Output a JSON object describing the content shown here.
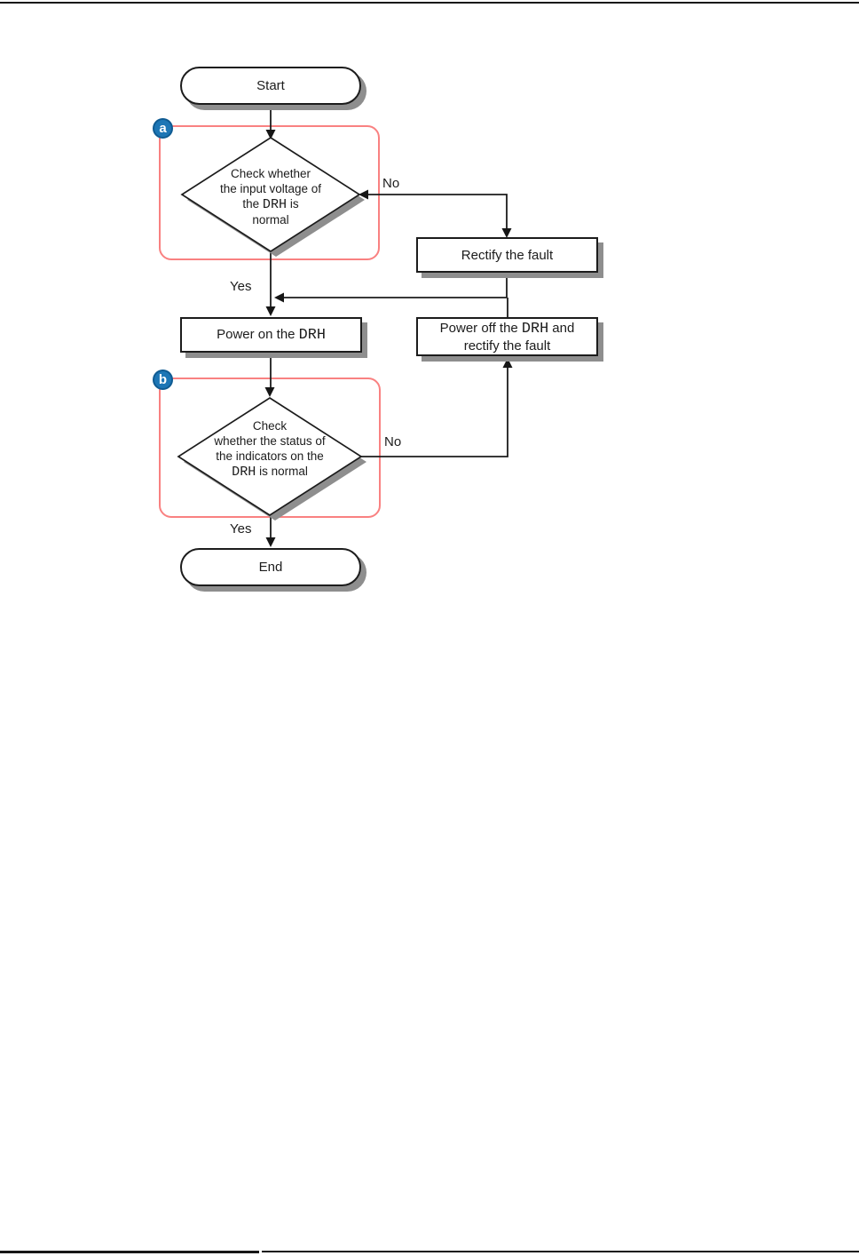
{
  "colors": {
    "ink": "#1c1c1c",
    "shadow_gray": "#8e8e8e",
    "group_outline_red": "#f98181",
    "badge_blue": "#1d76b5",
    "badge_border_blue": "#0f5b92",
    "badge_text": "#ffffff"
  },
  "flowchart": {
    "start_label": "Start",
    "group_a_badge": "a",
    "group_b_badge": "b",
    "decision_a": {
      "line1": "Check whether",
      "line2": "the input voltage of",
      "line3_pre": "the ",
      "line3_mono": "DRH",
      "line3_post": " is",
      "line4": "normal"
    },
    "decision_b": {
      "line1": "Check",
      "line2": "whether the status of",
      "line3": "the indicators on the",
      "line4_mono": "DRH",
      "line4_post": " is normal"
    },
    "labels": {
      "no_a": "No",
      "yes_a": "Yes",
      "no_b": "No",
      "yes_b": "Yes"
    },
    "rectify_label": "Rectify the fault",
    "power_on": {
      "pre": "Power on the ",
      "mono": "DRH"
    },
    "power_off": {
      "line1_pre": "Power off the ",
      "line1_mono": "DRH",
      "line1_post": " and",
      "line2": "rectify the fault"
    },
    "end_label": "End"
  }
}
